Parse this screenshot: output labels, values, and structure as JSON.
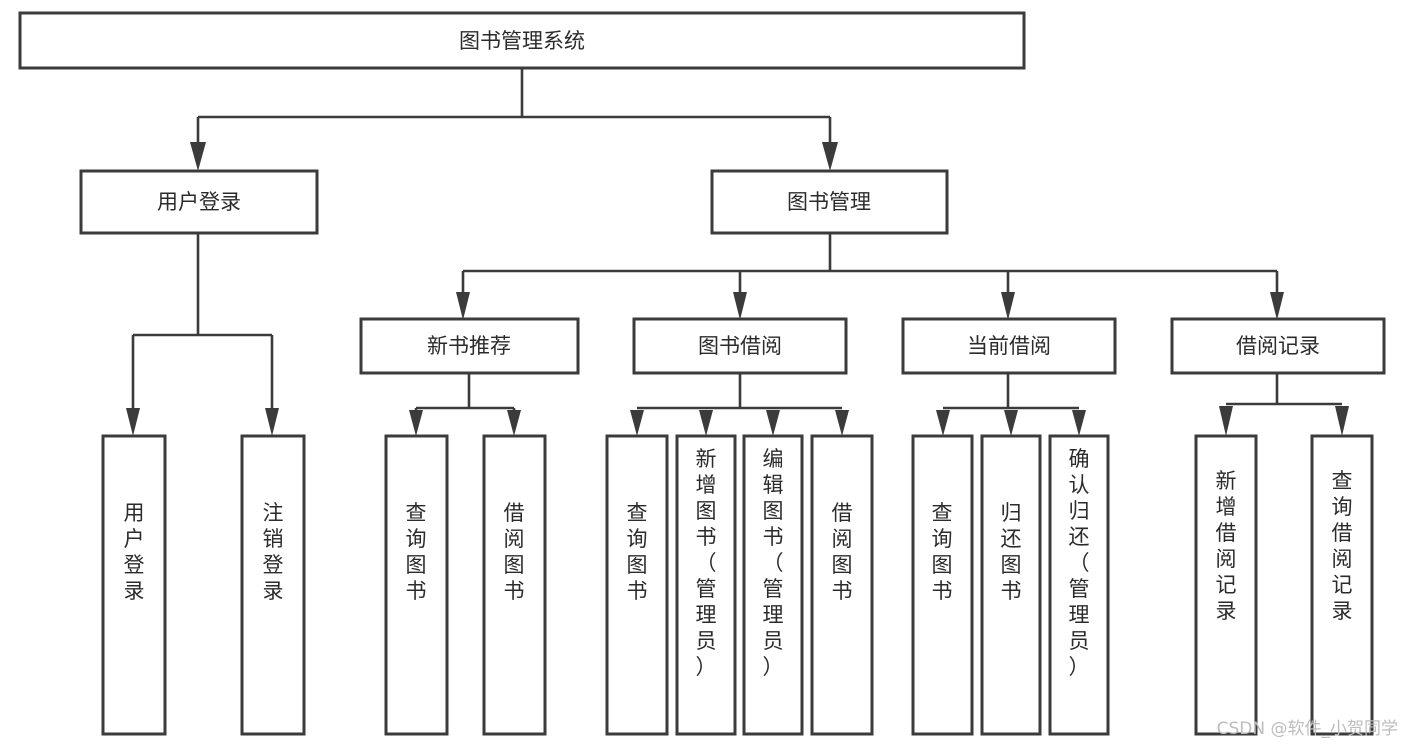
{
  "diagram": {
    "type": "tree",
    "title": "图书管理系统",
    "root": {
      "id": "root",
      "label": "图书管理系统",
      "orientation": "horizontal"
    },
    "level1": [
      {
        "id": "user-login",
        "label": "用户登录",
        "orientation": "horizontal"
      },
      {
        "id": "book-manage",
        "label": "图书管理",
        "orientation": "horizontal"
      }
    ],
    "level2": [
      {
        "id": "new-book-recommend",
        "label": "新书推荐",
        "orientation": "horizontal",
        "parent": "book-manage"
      },
      {
        "id": "book-borrow",
        "label": "图书借阅",
        "orientation": "horizontal",
        "parent": "book-manage"
      },
      {
        "id": "current-borrow",
        "label": "当前借阅",
        "orientation": "horizontal",
        "parent": "book-manage"
      },
      {
        "id": "borrow-record",
        "label": "借阅记录",
        "orientation": "horizontal",
        "parent": "book-manage"
      }
    ],
    "leaves": {
      "user_login": [
        {
          "id": "leaf-user-login",
          "label": "用户登录",
          "orientation": "vertical"
        },
        {
          "id": "leaf-logout-login",
          "label": "注销登录",
          "orientation": "vertical"
        }
      ],
      "new_book_recommend": [
        {
          "id": "leaf-query-book-1",
          "label": "查询图书",
          "orientation": "vertical"
        },
        {
          "id": "leaf-borrow-book-1",
          "label": "借阅图书",
          "orientation": "vertical"
        }
      ],
      "book_borrow": [
        {
          "id": "leaf-query-book-2",
          "label": "查询图书",
          "orientation": "vertical"
        },
        {
          "id": "leaf-add-book",
          "label": "新增图书（管理员）",
          "orientation": "vertical"
        },
        {
          "id": "leaf-edit-book",
          "label": "编辑图书（管理员）",
          "orientation": "vertical"
        },
        {
          "id": "leaf-borrow-book-2",
          "label": "借阅图书",
          "orientation": "vertical"
        }
      ],
      "current_borrow": [
        {
          "id": "leaf-query-book-3",
          "label": "查询图书",
          "orientation": "vertical"
        },
        {
          "id": "leaf-return-book",
          "label": "归还图书",
          "orientation": "vertical"
        },
        {
          "id": "leaf-confirm-return",
          "label": "确认归还（管理员）",
          "orientation": "vertical"
        }
      ],
      "borrow_record": [
        {
          "id": "leaf-add-borrow-record",
          "label": "新增借阅记录",
          "orientation": "vertical"
        },
        {
          "id": "leaf-query-borrow-record",
          "label": "查询借阅记录",
          "orientation": "vertical"
        }
      ]
    },
    "colors": {
      "stroke": "#3b3b3b",
      "box_fill": "#ffffff",
      "text": "#2b2b2b",
      "background": "#ffffff",
      "watermark": "#bdbdbd"
    }
  },
  "watermark": {
    "text": "CSDN @软件_小贺同学"
  }
}
